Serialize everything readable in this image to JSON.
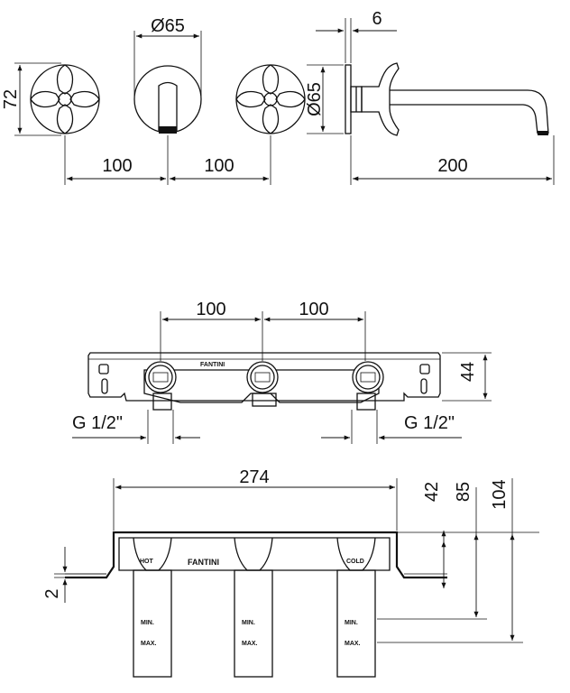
{
  "top_view": {
    "dim_height": "72",
    "dim_diameter_front": "Ø65",
    "dim_spacing_left": "100",
    "dim_spacing_right": "100",
    "dim_thickness": "6",
    "dim_diameter_side": "Ø65",
    "dim_spout_length": "200"
  },
  "middle_view": {
    "dim_spacing_left": "100",
    "dim_spacing_right": "100",
    "dim_height": "44",
    "thread_left": "G 1/2\"",
    "thread_right": "G 1/2\"",
    "brand_text": "FANTINI"
  },
  "bottom_view": {
    "dim_width": "274",
    "dim_42": "42",
    "dim_85": "85",
    "dim_104": "104",
    "dim_2": "2",
    "label_hot": "HOT",
    "label_cold": "COLD",
    "brand_text": "FANTINI",
    "min_label": "MIN.",
    "max_label": "MAX."
  }
}
